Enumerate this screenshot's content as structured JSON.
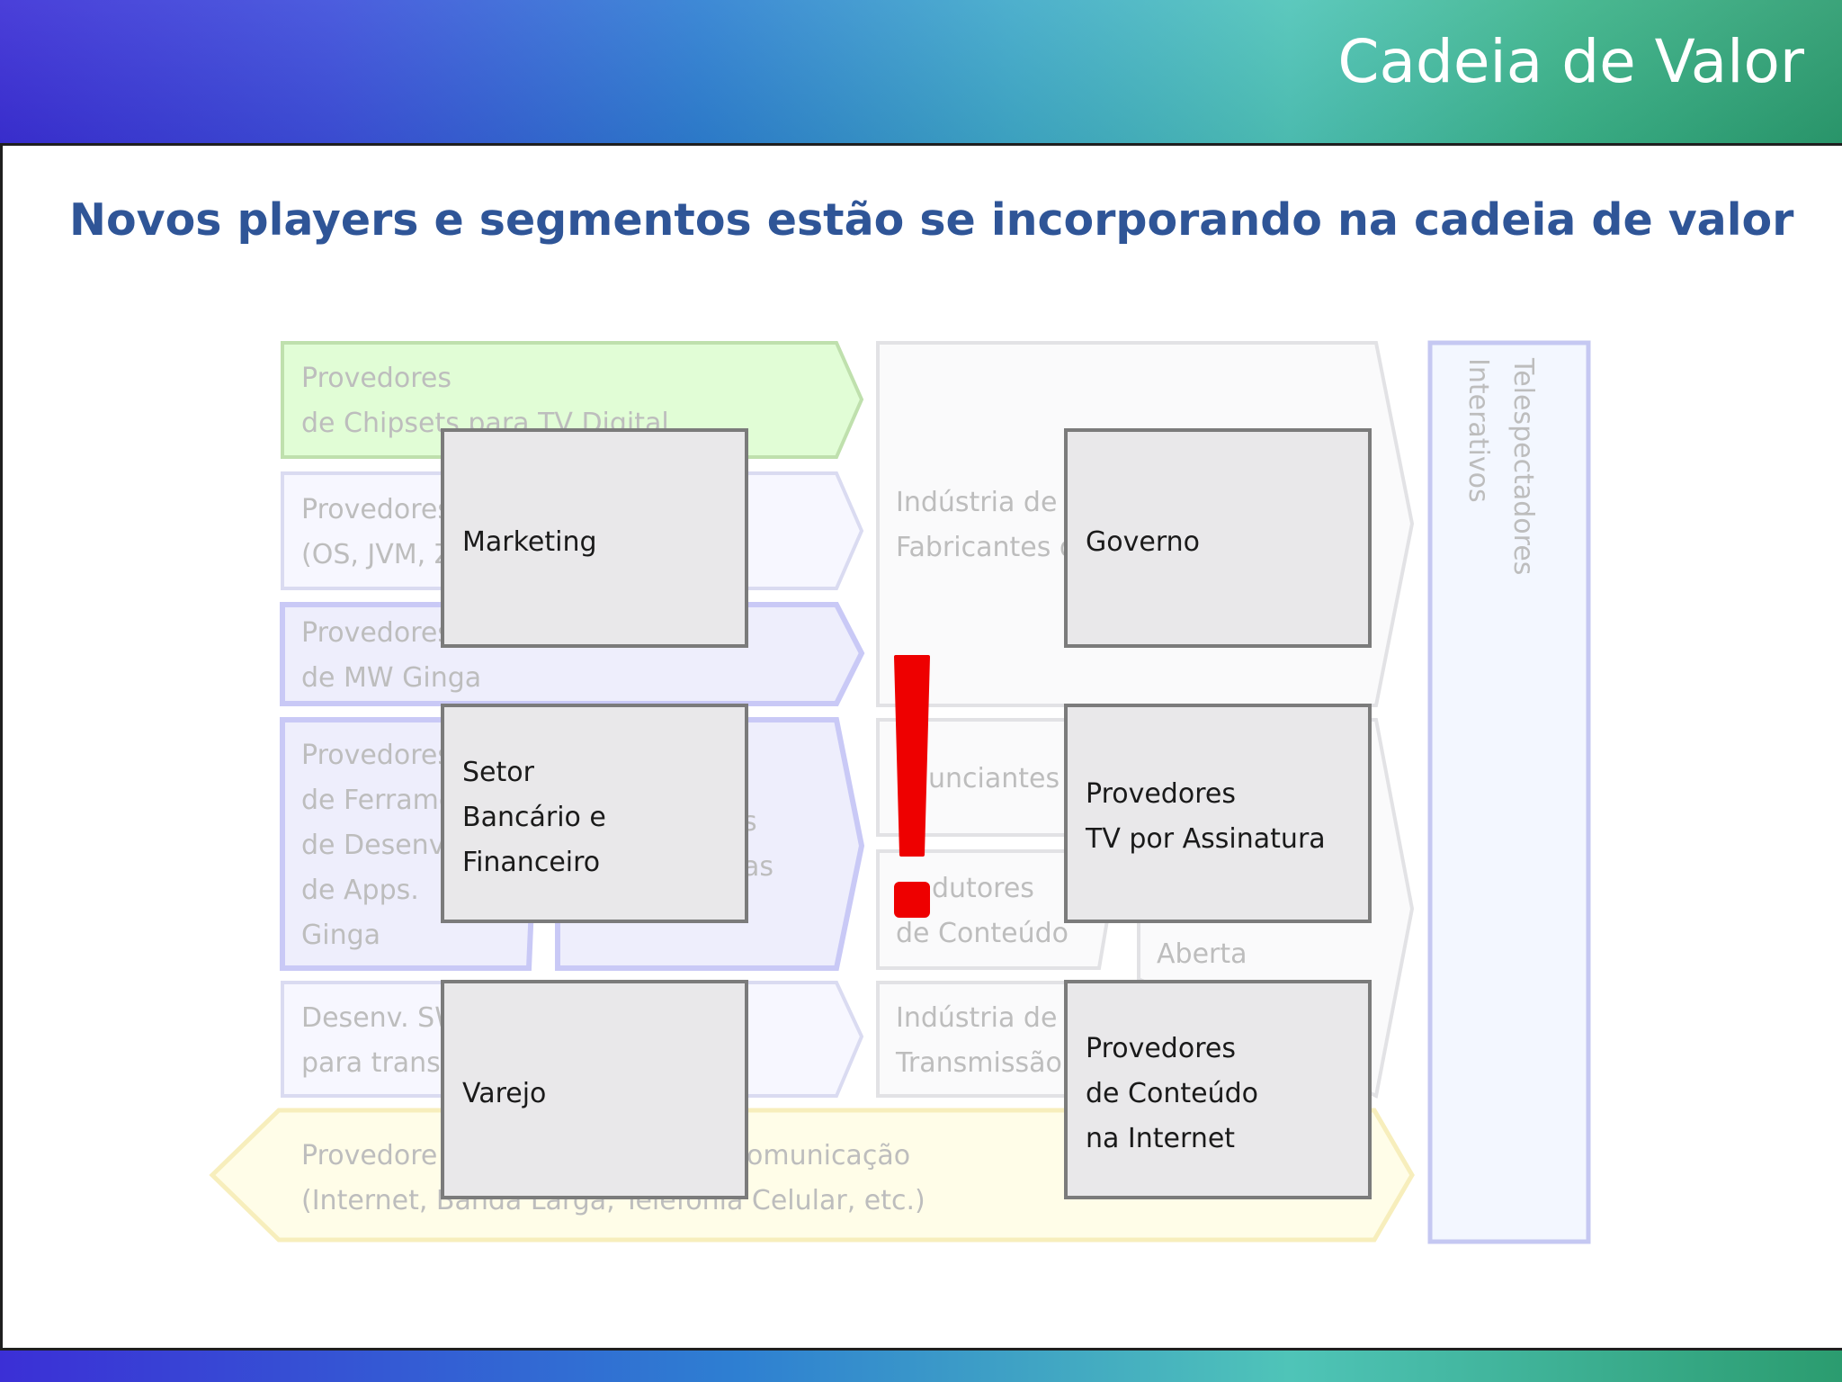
{
  "header": {
    "slide_title": "Cadeia de Valor"
  },
  "headline": "Novos players e segmentos estão se incorporando na cadeia de valor",
  "background_diagram": {
    "chipsets": [
      "Provedores",
      "de Chipsets para TV Digital"
    ],
    "os_row": [
      "Provedores",
      "(OS, JVM, Z"
    ],
    "mw_row": [
      "Provedores",
      "de MW Ginga"
    ],
    "tools_row": [
      "Provedores",
      "de Ferrame",
      "de Desenv.",
      "de Apps.",
      "Ginga"
    ],
    "tools_right_fragment_1": "s",
    "tools_right_fragment_2": "as",
    "sw_row": [
      "Desenv. SW",
      "para transn"
    ],
    "telecom_row": [
      "Provedore",
      "omunicação",
      "(Internet, Banda Larga, Telefonia Celular, etc.)"
    ],
    "industry_row": [
      "Indústria de R",
      "Fabricantes d"
    ],
    "advertisers": "unciantes",
    "producers": [
      "dutores",
      "de Conteúdo"
    ],
    "open_tv": "Aberta",
    "transmission": [
      "Indústria de",
      "Transmissão"
    ],
    "viewers": [
      "Telespectadores",
      "Interativos"
    ]
  },
  "overlay_boxes": {
    "marketing": [
      "Marketing"
    ],
    "banking": [
      "Setor",
      "Bancário e",
      "Financeiro"
    ],
    "retail": [
      "Varejo"
    ],
    "government": [
      "Governo"
    ],
    "pay_tv": [
      "Provedores",
      "TV por Assinatura"
    ],
    "internet_content": [
      "Provedores",
      "de Conteúdo",
      "na Internet"
    ]
  },
  "colors": {
    "title_blue": "#2f5597",
    "exclamation_red": "#ee0000",
    "box_fill": "#e9e8ea",
    "box_border": "#7b7b7b"
  }
}
